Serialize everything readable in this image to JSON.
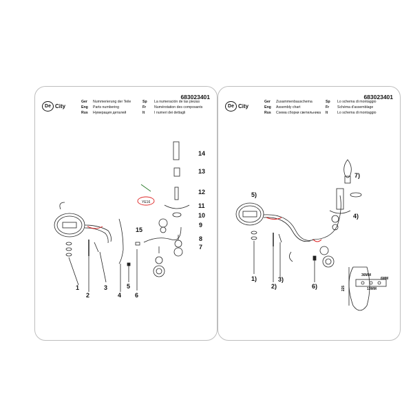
{
  "brand": {
    "logo_mark": "De",
    "logo_text": "City"
  },
  "left_sheet": {
    "code": "683023401",
    "captions": [
      {
        "lang": "Ger",
        "text": "Nummerierung der Teile"
      },
      {
        "lang": "Sp",
        "text": "La numeración de las piezas"
      },
      {
        "lang": "Eng",
        "text": "Parts numbering"
      },
      {
        "lang": "Fr",
        "text": "Numérotation des composants"
      },
      {
        "lang": "Rus",
        "text": "Нумерация деталей"
      },
      {
        "lang": "It",
        "text": "I numeri dei dettagli"
      }
    ],
    "bulb_label": "YE16",
    "labels": [
      "1",
      "2",
      "3",
      "4",
      "5",
      "6",
      "7",
      "8",
      "9",
      "10",
      "11",
      "12",
      "13",
      "14",
      "15"
    ]
  },
  "right_sheet": {
    "code": "683023401",
    "captions": [
      {
        "lang": "Ger",
        "text": "Zusammenbauschema"
      },
      {
        "lang": "Sp",
        "text": "Lo schema di montaggio"
      },
      {
        "lang": "Eng",
        "text": "Assembly chart"
      },
      {
        "lang": "Fr",
        "text": "Schéma d'assemblage"
      },
      {
        "lang": "Rus",
        "text": "Схема сборки светильника"
      },
      {
        "lang": "It",
        "text": "Lo schema di montaggio"
      }
    ],
    "steps": [
      "1)",
      "2)",
      "3)",
      "4)",
      "5)",
      "6)",
      "7)"
    ],
    "dimensions": {
      "width": "36MM",
      "height": "225",
      "hole": "13MM",
      "depth": "6MM"
    }
  }
}
